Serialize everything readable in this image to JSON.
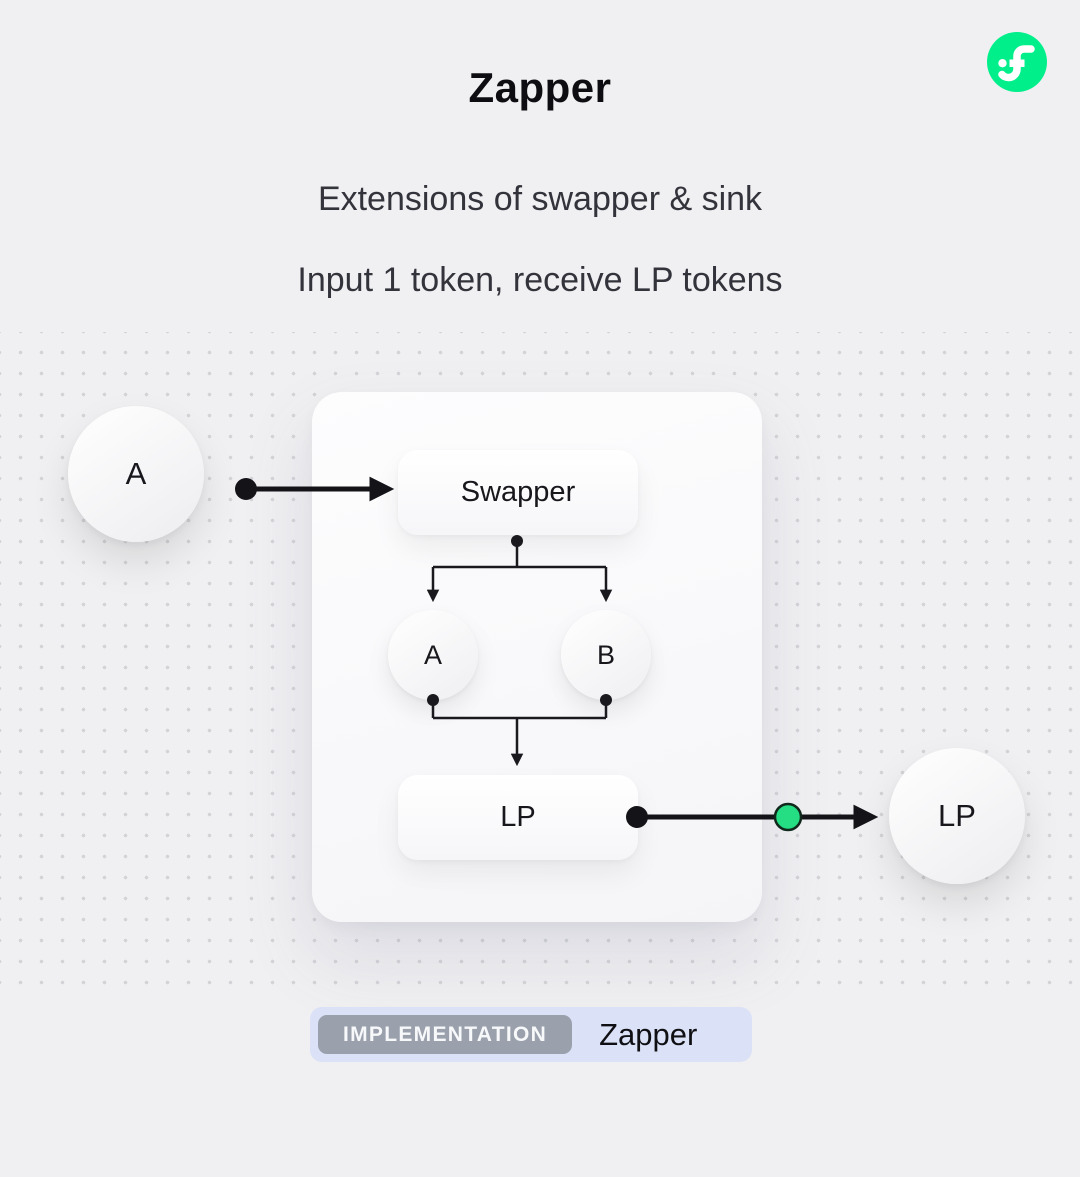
{
  "header": {
    "title": "Zapper",
    "subtitle_line1": "Extensions of swapper & sink",
    "subtitle_line2": "Input 1 token, receive LP tokens"
  },
  "diagram": {
    "input_token": "A",
    "swapper_label": "Swapper",
    "token_a": "A",
    "token_b": "B",
    "lp_box_label": "LP",
    "output_token": "LP"
  },
  "footer": {
    "badge_label": "IMPLEMENTATION",
    "implementation_name": "Zapper"
  },
  "colors": {
    "flow_green": "#00EF8B",
    "accent_green": "#25DD82",
    "badge_background": "#dbe2f7",
    "pill_background": "#9aa0ac",
    "line_color": "#141418"
  }
}
